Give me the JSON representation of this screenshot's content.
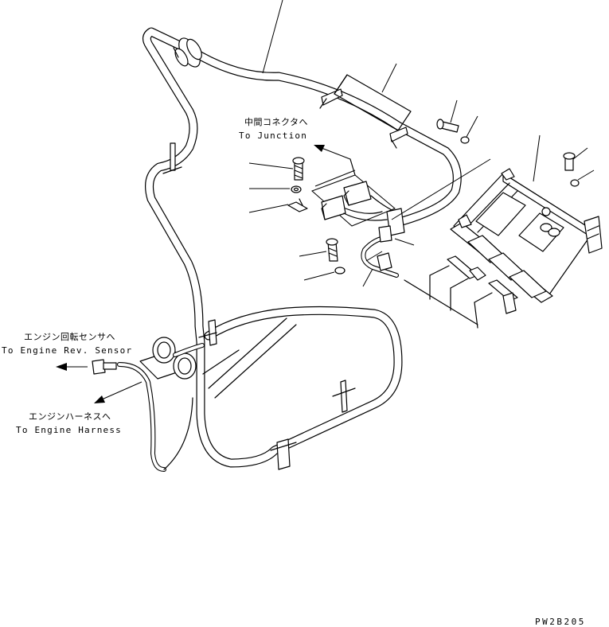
{
  "labels": {
    "junction_ja": "中間コネクタへ",
    "junction_en": "To Junction",
    "rev_sensor_ja": "エンジン回転センサへ",
    "rev_sensor_en": "To Engine Rev. Sensor",
    "harness_ja": "エンジンハーネスへ",
    "harness_en": "To Engine Harness",
    "drawing_code": "PW2B205"
  },
  "colors": {
    "ink": "#000000",
    "paper": "#ffffff"
  }
}
